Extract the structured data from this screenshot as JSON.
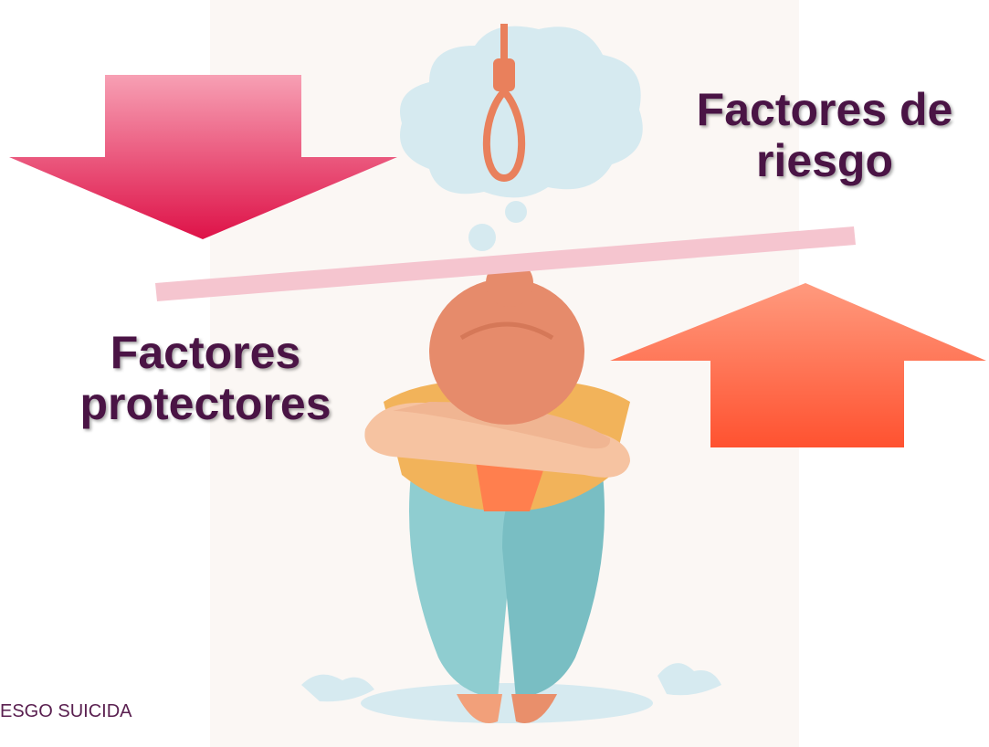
{
  "slide": {
    "title_right": "Factores de riesgo",
    "title_right_line1": "Factores de",
    "title_right_line2": "riesgo",
    "title_left_line1": "Factores",
    "title_left_line2": "protectores",
    "footer": "ESGO SUICIDA"
  },
  "icons": {
    "down_arrow": "down-arrow-icon",
    "up_arrow": "up-arrow-icon",
    "noose": "noose-icon",
    "thought_cloud": "thought-cloud-icon"
  },
  "colors": {
    "down_arrow_top": "#f48aa2",
    "down_arrow_bottom": "#e0144c",
    "up_arrow_top": "#ff8f72",
    "up_arrow_bottom": "#ff5330",
    "balance_beam": "#f5c5cf",
    "text": "#4a1445"
  }
}
